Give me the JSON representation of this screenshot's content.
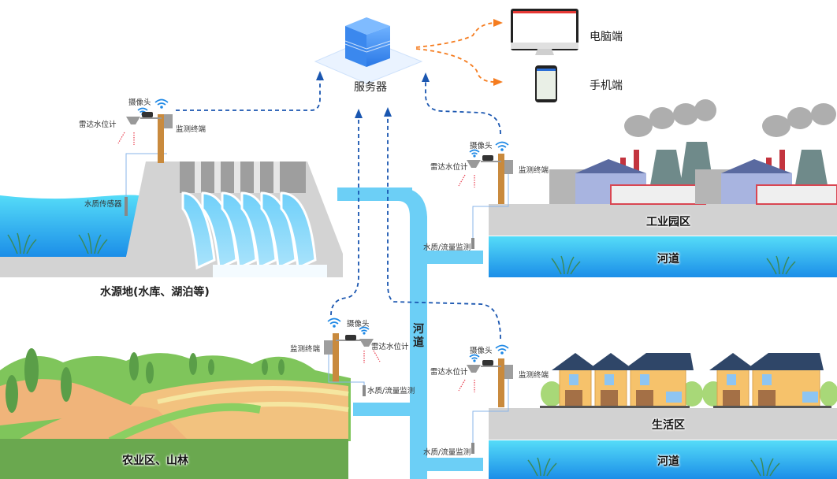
{
  "server": {
    "label": "服务器",
    "icon": "server-icon"
  },
  "clients": [
    {
      "label": "电脑端",
      "icon": "desktop-monitor-icon"
    },
    {
      "label": "手机端",
      "icon": "mobile-phone-icon"
    }
  ],
  "zones": {
    "reservoir": {
      "title": "水源地(水库、湖泊等)",
      "sensor": "水质传感器"
    },
    "industrial": {
      "title": "工业园区",
      "river": "河道"
    },
    "residential": {
      "title": "生活区",
      "river": "河道"
    },
    "agriculture": {
      "title": "农业区、山林"
    },
    "central_river": {
      "title": "河道"
    }
  },
  "stations": [
    {
      "id": "reservoir",
      "camera": "摄像头",
      "radar": "雷达水位计",
      "terminal": "监测终端"
    },
    {
      "id": "industrial",
      "camera": "摄像头",
      "radar": "雷达水位计",
      "terminal": "监测终端",
      "probe": "水质/流量监测"
    },
    {
      "id": "agriculture",
      "camera": "摄像头",
      "radar": "雷达水位计",
      "terminal": "监测终端",
      "probe": "水质/流量监测"
    },
    {
      "id": "residential",
      "camera": "摄像头",
      "radar": "雷达水位计",
      "terminal": "监测终端",
      "probe": "水质/流量监测"
    }
  ],
  "colors": {
    "data_link": "#1a56b0",
    "client_link": "#f57c1f",
    "river": "#6ccff6",
    "water_top": "#4fd6f7",
    "water_bottom": "#1e90e8",
    "concrete": "#d2d2d2",
    "radar_wave": "#e8394a",
    "wifi": "#1e88e5",
    "pole": "#c98a3d",
    "field_green": "#6aa84f"
  }
}
